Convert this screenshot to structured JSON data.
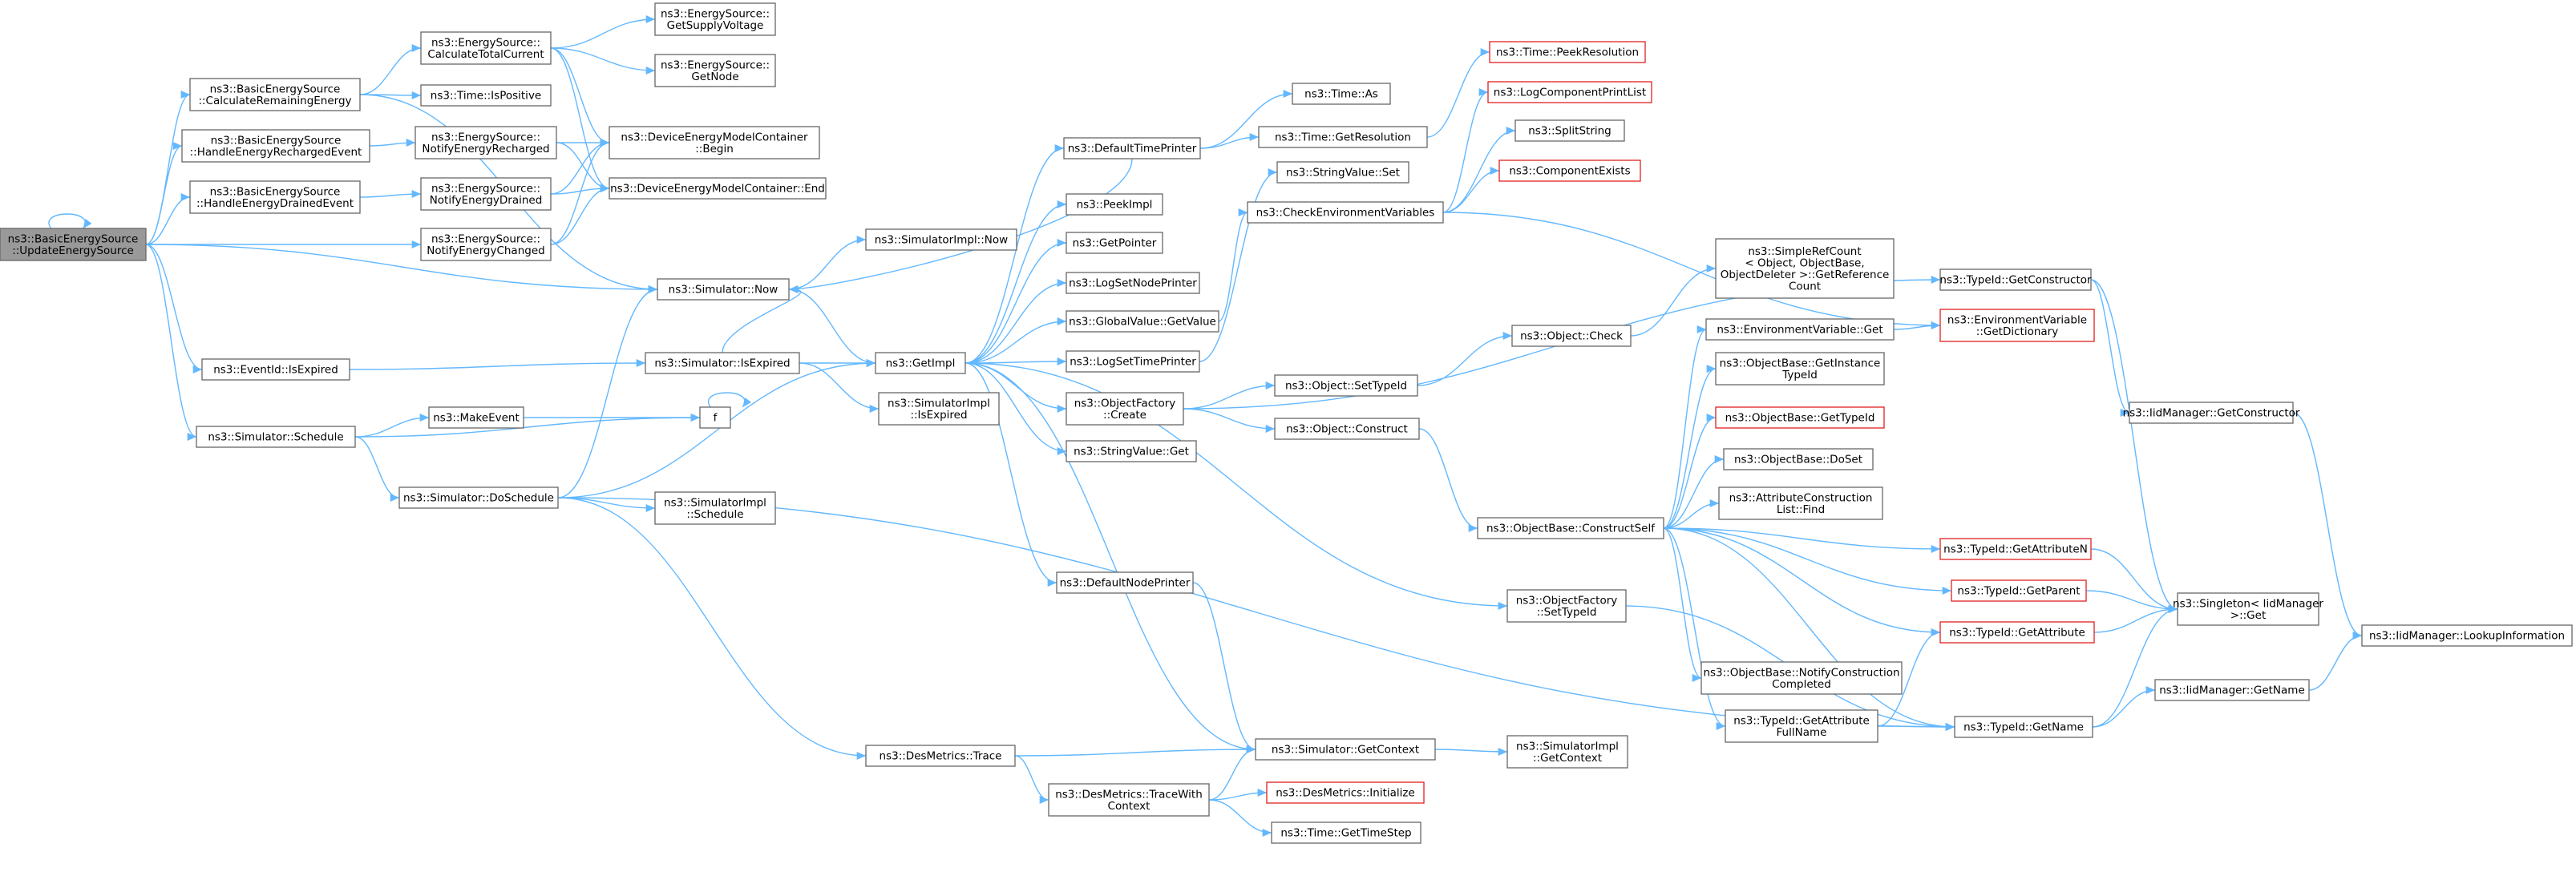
{
  "title": "",
  "nodes": [
    {
      "id": "root",
      "lines": [
        "ns3::BasicEnergySource",
        "::UpdateEnergySource"
      ],
      "style": "root"
    },
    {
      "id": "calcRemaining",
      "lines": [
        "ns3::BasicEnergySource",
        "::CalculateRemainingEnergy"
      ]
    },
    {
      "id": "handleRecharged",
      "lines": [
        "ns3::BasicEnergySource",
        "::HandleEnergyRechargedEvent"
      ]
    },
    {
      "id": "handleDrained",
      "lines": [
        "ns3::BasicEnergySource",
        "::HandleEnergyDrainedEvent"
      ]
    },
    {
      "id": "eventIsExpired",
      "lines": [
        "ns3::EventId::IsExpired"
      ]
    },
    {
      "id": "simSchedule",
      "lines": [
        "ns3::Simulator::Schedule"
      ]
    },
    {
      "id": "calcTotalCurrent",
      "lines": [
        "ns3::EnergySource::",
        "CalculateTotalCurrent"
      ]
    },
    {
      "id": "timeIsPositive",
      "lines": [
        "ns3::Time::IsPositive"
      ]
    },
    {
      "id": "notifyRecharged",
      "lines": [
        "ns3::EnergySource::",
        "NotifyEnergyRecharged"
      ]
    },
    {
      "id": "notifyDrained",
      "lines": [
        "ns3::EnergySource::",
        "NotifyEnergyDrained"
      ]
    },
    {
      "id": "notifyChanged",
      "lines": [
        "ns3::EnergySource::",
        "NotifyEnergyChanged"
      ]
    },
    {
      "id": "getSupplyVoltage",
      "lines": [
        "ns3::EnergySource::",
        "GetSupplyVoltage"
      ]
    },
    {
      "id": "getNode",
      "lines": [
        "ns3::EnergySource::",
        "GetNode"
      ]
    },
    {
      "id": "demcBegin",
      "lines": [
        "ns3::DeviceEnergyModelContainer",
        "::Begin"
      ]
    },
    {
      "id": "demcEnd",
      "lines": [
        "ns3::DeviceEnergyModelContainer::End"
      ]
    },
    {
      "id": "simNow",
      "lines": [
        "ns3::Simulator::Now"
      ]
    },
    {
      "id": "simImplNow",
      "lines": [
        "ns3::SimulatorImpl::Now"
      ]
    },
    {
      "id": "simIsExpired",
      "lines": [
        "ns3::Simulator::IsExpired"
      ]
    },
    {
      "id": "makeEvent",
      "lines": [
        "ns3::MakeEvent"
      ]
    },
    {
      "id": "f",
      "lines": [
        "f"
      ]
    },
    {
      "id": "simDoSchedule",
      "lines": [
        "ns3::Simulator::DoSchedule"
      ]
    },
    {
      "id": "simImplSchedule",
      "lines": [
        "ns3::SimulatorImpl",
        "::Schedule"
      ]
    },
    {
      "id": "getImpl",
      "lines": [
        "ns3::GetImpl"
      ]
    },
    {
      "id": "simImplIsExpired",
      "lines": [
        "ns3::SimulatorImpl",
        "::IsExpired"
      ]
    },
    {
      "id": "defaultTimePrinter",
      "lines": [
        "ns3::DefaultTimePrinter"
      ]
    },
    {
      "id": "peekImpl",
      "lines": [
        "ns3::PeekImpl"
      ]
    },
    {
      "id": "getPointer",
      "lines": [
        "ns3::GetPointer"
      ]
    },
    {
      "id": "logSetNodePrinter",
      "lines": [
        "ns3::LogSetNodePrinter"
      ]
    },
    {
      "id": "globalValueGetValue",
      "lines": [
        "ns3::GlobalValue::GetValue"
      ]
    },
    {
      "id": "logSetTimePrinter",
      "lines": [
        "ns3::LogSetTimePrinter"
      ]
    },
    {
      "id": "objectFactoryCreate",
      "lines": [
        "ns3::ObjectFactory",
        "::Create"
      ]
    },
    {
      "id": "stringValueGet",
      "lines": [
        "ns3::StringValue::Get"
      ]
    },
    {
      "id": "defaultNodePrinter",
      "lines": [
        "ns3::DefaultNodePrinter"
      ]
    },
    {
      "id": "desMetricsTrace",
      "lines": [
        "ns3::DesMetrics::Trace"
      ]
    },
    {
      "id": "desMetricsTraceWithContext",
      "lines": [
        "ns3::DesMetrics::TraceWith",
        "Context"
      ]
    },
    {
      "id": "timeAs",
      "lines": [
        "ns3::Time::As"
      ]
    },
    {
      "id": "timeGetResolution",
      "lines": [
        "ns3::Time::GetResolution"
      ]
    },
    {
      "id": "stringValueSet",
      "lines": [
        "ns3::StringValue::Set"
      ]
    },
    {
      "id": "checkEnvVars",
      "lines": [
        "ns3::CheckEnvironmentVariables"
      ]
    },
    {
      "id": "objectSetTypeId",
      "lines": [
        "ns3::Object::SetTypeId"
      ]
    },
    {
      "id": "objectConstruct",
      "lines": [
        "ns3::Object::Construct"
      ]
    },
    {
      "id": "objectFactorySetTypeId",
      "lines": [
        "ns3::ObjectFactory",
        "::SetTypeId"
      ]
    },
    {
      "id": "simGetContext",
      "lines": [
        "ns3::Simulator::GetContext"
      ]
    },
    {
      "id": "desMetricsInitialize",
      "lines": [
        "ns3::DesMetrics::Initialize"
      ],
      "style": "red"
    },
    {
      "id": "timeGetTimeStep",
      "lines": [
        "ns3::Time::GetTimeStep"
      ]
    },
    {
      "id": "timePeekResolution",
      "lines": [
        "ns3::Time::PeekResolution"
      ],
      "style": "red"
    },
    {
      "id": "logComponentPrintList",
      "lines": [
        "ns3::LogComponentPrintList"
      ],
      "style": "red"
    },
    {
      "id": "splitString",
      "lines": [
        "ns3::SplitString"
      ]
    },
    {
      "id": "componentExists",
      "lines": [
        "ns3::ComponentExists"
      ],
      "style": "red"
    },
    {
      "id": "objectCheck",
      "lines": [
        "ns3::Object::Check"
      ]
    },
    {
      "id": "objectBaseConstructSelf",
      "lines": [
        "ns3::ObjectBase::ConstructSelf"
      ]
    },
    {
      "id": "simImplGetContext",
      "lines": [
        "ns3::SimulatorImpl",
        "::GetContext"
      ]
    },
    {
      "id": "simpleRefCount",
      "lines": [
        "ns3::SimpleRefCount",
        "< Object, ObjectBase,",
        "ObjectDeleter >::GetReference",
        "Count"
      ]
    },
    {
      "id": "envVarGet",
      "lines": [
        "ns3::EnvironmentVariable::Get"
      ]
    },
    {
      "id": "objectBaseGetInstanceTypeId",
      "lines": [
        "ns3::ObjectBase::GetInstance",
        "TypeId"
      ]
    },
    {
      "id": "objectBaseGetTypeId",
      "lines": [
        "ns3::ObjectBase::GetTypeId"
      ],
      "style": "red"
    },
    {
      "id": "objectBaseDoSet",
      "lines": [
        "ns3::ObjectBase::DoSet"
      ]
    },
    {
      "id": "attrConstructionListFind",
      "lines": [
        "ns3::AttributeConstruction",
        "List::Find"
      ]
    },
    {
      "id": "objectBaseNotifyConstructionCompleted",
      "lines": [
        "ns3::ObjectBase::NotifyConstruction",
        "Completed"
      ]
    },
    {
      "id": "typeIdGetAttributeFullName",
      "lines": [
        "ns3::TypeId::GetAttribute",
        "FullName"
      ]
    },
    {
      "id": "typeIdGetConstructor",
      "lines": [
        "ns3::TypeId::GetConstructor"
      ]
    },
    {
      "id": "envVarGetDictionary",
      "lines": [
        "ns3::EnvironmentVariable",
        "::GetDictionary"
      ],
      "style": "red"
    },
    {
      "id": "typeIdGetAttributeN",
      "lines": [
        "ns3::TypeId::GetAttributeN"
      ],
      "style": "red"
    },
    {
      "id": "typeIdGetParent",
      "lines": [
        "ns3::TypeId::GetParent"
      ],
      "style": "red"
    },
    {
      "id": "typeIdGetAttribute",
      "lines": [
        "ns3::TypeId::GetAttribute"
      ],
      "style": "red"
    },
    {
      "id": "typeIdGetName",
      "lines": [
        "ns3::TypeId::GetName"
      ]
    },
    {
      "id": "iidManagerGetConstructor",
      "lines": [
        "ns3::IidManager::GetConstructor"
      ]
    },
    {
      "id": "singletonGet",
      "lines": [
        "ns3::Singleton< IidManager",
        ">::Get"
      ]
    },
    {
      "id": "iidManagerGetName",
      "lines": [
        "ns3::IidManager::GetName"
      ]
    },
    {
      "id": "iidManagerLookupInformation",
      "lines": [
        "ns3::IidManager::LookupInformation"
      ]
    }
  ],
  "edges": [
    [
      "root",
      "root"
    ],
    [
      "root",
      "calcRemaining"
    ],
    [
      "root",
      "handleRecharged"
    ],
    [
      "root",
      "handleDrained"
    ],
    [
      "root",
      "notifyChanged"
    ],
    [
      "root",
      "simNow"
    ],
    [
      "root",
      "eventIsExpired"
    ],
    [
      "root",
      "simSchedule"
    ],
    [
      "calcRemaining",
      "calcTotalCurrent"
    ],
    [
      "calcRemaining",
      "timeIsPositive"
    ],
    [
      "calcRemaining",
      "simNow"
    ],
    [
      "handleRecharged",
      "notifyRecharged"
    ],
    [
      "handleDrained",
      "notifyDrained"
    ],
    [
      "calcTotalCurrent",
      "getSupplyVoltage"
    ],
    [
      "calcTotalCurrent",
      "getNode"
    ],
    [
      "calcTotalCurrent",
      "demcBegin"
    ],
    [
      "calcTotalCurrent",
      "demcEnd"
    ],
    [
      "notifyRecharged",
      "demcBegin"
    ],
    [
      "notifyRecharged",
      "demcEnd"
    ],
    [
      "notifyDrained",
      "demcBegin"
    ],
    [
      "notifyDrained",
      "demcEnd"
    ],
    [
      "notifyChanged",
      "demcBegin"
    ],
    [
      "notifyChanged",
      "demcEnd"
    ],
    [
      "eventIsExpired",
      "simIsExpired"
    ],
    [
      "simSchedule",
      "makeEvent"
    ],
    [
      "simSchedule",
      "f"
    ],
    [
      "simSchedule",
      "simDoSchedule"
    ],
    [
      "makeEvent",
      "f"
    ],
    [
      "f",
      "f"
    ],
    [
      "simNow",
      "simImplNow"
    ],
    [
      "simNow",
      "getImpl"
    ],
    [
      "simIsExpired",
      "getImpl"
    ],
    [
      "simIsExpired",
      "simImplIsExpired"
    ],
    [
      "simIsExpired",
      "simNow"
    ],
    [
      "simDoSchedule",
      "simNow"
    ],
    [
      "simDoSchedule",
      "getImpl"
    ],
    [
      "simDoSchedule",
      "simImplSchedule"
    ],
    [
      "simDoSchedule",
      "desMetricsTrace"
    ],
    [
      "simDoSchedule",
      "typeIdGetName"
    ],
    [
      "getImpl",
      "defaultTimePrinter"
    ],
    [
      "getImpl",
      "peekImpl"
    ],
    [
      "getImpl",
      "getPointer"
    ],
    [
      "getImpl",
      "logSetNodePrinter"
    ],
    [
      "getImpl",
      "globalValueGetValue"
    ],
    [
      "getImpl",
      "logSetTimePrinter"
    ],
    [
      "getImpl",
      "objectFactoryCreate"
    ],
    [
      "getImpl",
      "stringValueGet"
    ],
    [
      "getImpl",
      "defaultNodePrinter"
    ],
    [
      "getImpl",
      "objectFactorySetTypeId"
    ],
    [
      "getImpl",
      "simGetContext"
    ],
    [
      "defaultTimePrinter",
      "timeAs"
    ],
    [
      "defaultTimePrinter",
      "timeGetResolution"
    ],
    [
      "defaultTimePrinter",
      "simNow"
    ],
    [
      "timeGetResolution",
      "timePeekResolution"
    ],
    [
      "globalValueGetValue",
      "checkEnvVars"
    ],
    [
      "checkEnvVars",
      "logComponentPrintList"
    ],
    [
      "checkEnvVars",
      "splitString"
    ],
    [
      "checkEnvVars",
      "componentExists"
    ],
    [
      "checkEnvVars",
      "envVarGetDictionary"
    ],
    [
      "objectFactoryCreate",
      "objectSetTypeId"
    ],
    [
      "objectFactoryCreate",
      "objectConstruct"
    ],
    [
      "objectFactoryCreate",
      "typeIdGetConstructor"
    ],
    [
      "objectSetTypeId",
      "objectCheck"
    ],
    [
      "objectCheck",
      "simpleRefCount"
    ],
    [
      "objectConstruct",
      "objectBaseConstructSelf"
    ],
    [
      "objectBaseConstructSelf",
      "envVarGet"
    ],
    [
      "objectBaseConstructSelf",
      "objectBaseGetInstanceTypeId"
    ],
    [
      "objectBaseConstructSelf",
      "objectBaseGetTypeId"
    ],
    [
      "objectBaseConstructSelf",
      "objectBaseDoSet"
    ],
    [
      "objectBaseConstructSelf",
      "attrConstructionListFind"
    ],
    [
      "objectBaseConstructSelf",
      "objectBaseNotifyConstructionCompleted"
    ],
    [
      "objectBaseConstructSelf",
      "typeIdGetAttributeFullName"
    ],
    [
      "objectBaseConstructSelf",
      "typeIdGetAttributeN"
    ],
    [
      "objectBaseConstructSelf",
      "typeIdGetParent"
    ],
    [
      "objectBaseConstructSelf",
      "typeIdGetAttribute"
    ],
    [
      "objectBaseConstructSelf",
      "typeIdGetName"
    ],
    [
      "envVarGet",
      "envVarGetDictionary"
    ],
    [
      "typeIdGetAttributeFullName",
      "typeIdGetAttribute"
    ],
    [
      "typeIdGetAttributeFullName",
      "typeIdGetName"
    ],
    [
      "typeIdGetConstructor",
      "iidManagerGetConstructor"
    ],
    [
      "typeIdGetConstructor",
      "singletonGet"
    ],
    [
      "typeIdGetAttributeN",
      "singletonGet"
    ],
    [
      "typeIdGetParent",
      "singletonGet"
    ],
    [
      "typeIdGetAttribute",
      "singletonGet"
    ],
    [
      "typeIdGetName",
      "singletonGet"
    ],
    [
      "typeIdGetName",
      "iidManagerGetName"
    ],
    [
      "iidManagerGetConstructor",
      "iidManagerLookupInformation"
    ],
    [
      "iidManagerGetName",
      "iidManagerLookupInformation"
    ],
    [
      "objectFactorySetTypeId",
      "typeIdGetName"
    ],
    [
      "defaultNodePrinter",
      "simGetContext"
    ],
    [
      "desMetricsTrace",
      "simGetContext"
    ],
    [
      "desMetricsTrace",
      "desMetricsTraceWithContext"
    ],
    [
      "desMetricsTraceWithContext",
      "simGetContext"
    ],
    [
      "desMetricsTraceWithContext",
      "desMetricsInitialize"
    ],
    [
      "desMetricsTraceWithContext",
      "timeGetTimeStep"
    ],
    [
      "simGetContext",
      "simImplGetContext"
    ],
    [
      "logSetTimePrinter",
      "stringValueSet"
    ]
  ]
}
